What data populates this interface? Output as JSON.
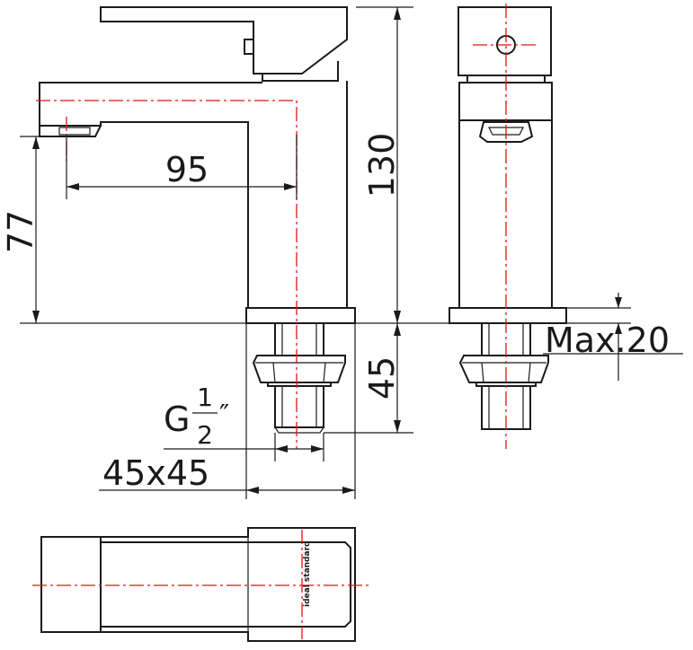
{
  "dimensions": {
    "spout_reach": "95",
    "spout_height": "77",
    "total_height": "130",
    "shank_length": "45",
    "max_thickness": "Max.20",
    "base_size": "45x45",
    "thread": {
      "prefix": "G",
      "numerator": "1",
      "denominator": "2",
      "suffix": "″"
    }
  },
  "logo_text": "ideal standard",
  "colors": {
    "line": "#1a1a1a",
    "centerline": "#e01515",
    "background": "#ffffff"
  }
}
